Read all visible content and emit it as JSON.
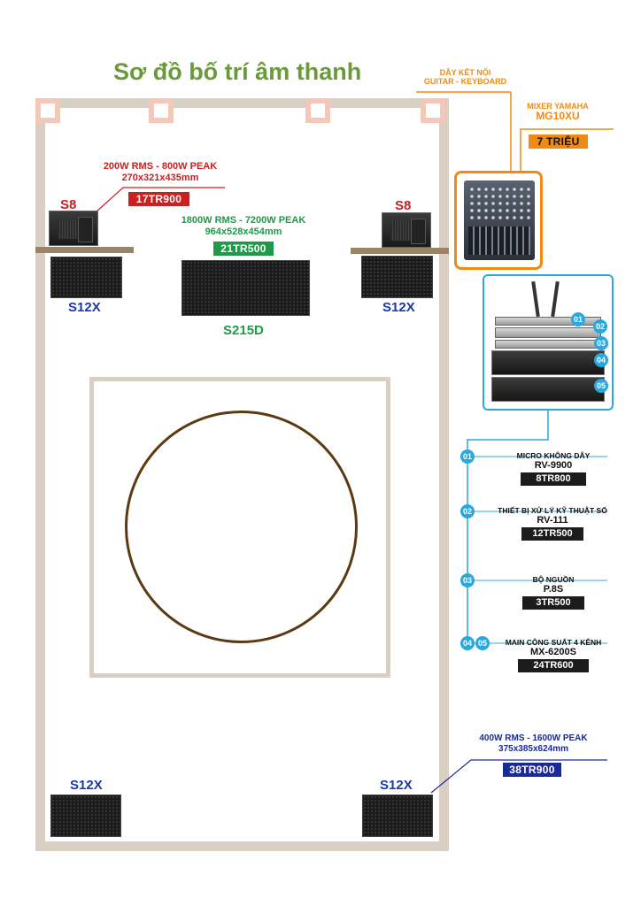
{
  "title": "Sơ đồ bố trí âm thanh",
  "colors": {
    "title": "#6a9a3a",
    "wall": "#d9cfc2",
    "corner": "#f4c8b8",
    "s8_red": "#cc1f1f",
    "s215d_green": "#1f9a4a",
    "speaker_blue": "#1b3aa8",
    "orange": "#f08a12",
    "cyan": "#29a8df",
    "navy": "#1a2a9a",
    "circle": "#5b3a12"
  },
  "cable": {
    "line1": "DÂY KẾT NỐI",
    "line2": "GUITAR - KEYBOARD"
  },
  "mixer": {
    "line1": "MIXER YAMAHA",
    "line2": "MG10XU",
    "price": "7 TRIỆU"
  },
  "s8_spec": {
    "line1": "200W RMS - 800W PEAK",
    "line2": "270x321x435mm",
    "price": "17TR900"
  },
  "s215d_spec": {
    "line1": "1800W RMS - 7200W PEAK",
    "line2": "964x528x454mm",
    "price": "21TR500"
  },
  "s12x_spec": {
    "line1": "400W RMS - 1600W PEAK",
    "line2": "375x385x624mm",
    "price": "38TR900"
  },
  "speakers": {
    "s8_left": "S8",
    "s8_right": "S8",
    "s12x_top_left": "S12X",
    "s12x_top_right": "S12X",
    "s215d": "S215D",
    "s12x_bottom_left": "S12X",
    "s12x_bottom_right": "S12X"
  },
  "rack_badges": [
    "01",
    "02",
    "03",
    "04",
    "05"
  ],
  "equipment": [
    {
      "num": "01",
      "title": "MICRO KHÔNG DÂY",
      "model": "RV-9900",
      "price": "8TR800"
    },
    {
      "num": "02",
      "title": "THIẾT BỊ XỬ LÝ KỸ THUẬT SỐ",
      "model": "RV-111",
      "price": "12TR500"
    },
    {
      "num": "03",
      "title": "BỘ NGUỒN",
      "model": "P.8S",
      "price": "3TR500"
    },
    {
      "num": "04",
      "num2": "05",
      "title": "MAIN CÔNG SUẤT 4 KÊNH",
      "model": "MX-6200S",
      "price": "24TR600"
    }
  ]
}
